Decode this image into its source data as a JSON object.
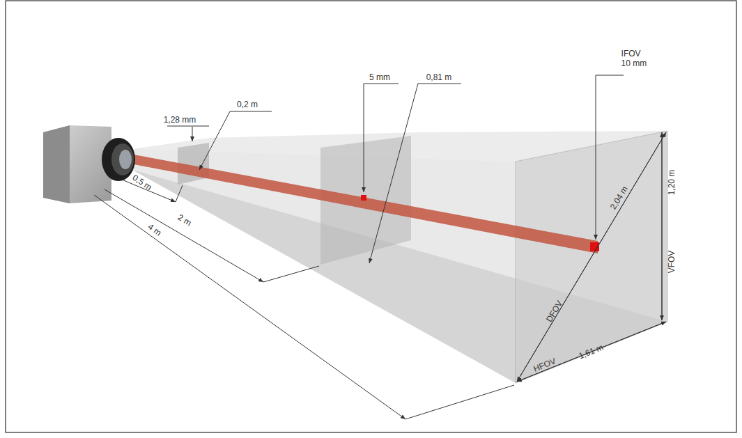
{
  "diagram": {
    "labels": [
      "1,28 mm",
      "0,2 m",
      "5 mm",
      "0,81 m",
      "IFOV 10 mm",
      "0,5 m",
      "2 m",
      "4 m",
      "2,04 m",
      "1,20 m",
      "VFOV",
      "DFOV",
      "HFOV",
      "1,61 m"
    ]
  }
}
